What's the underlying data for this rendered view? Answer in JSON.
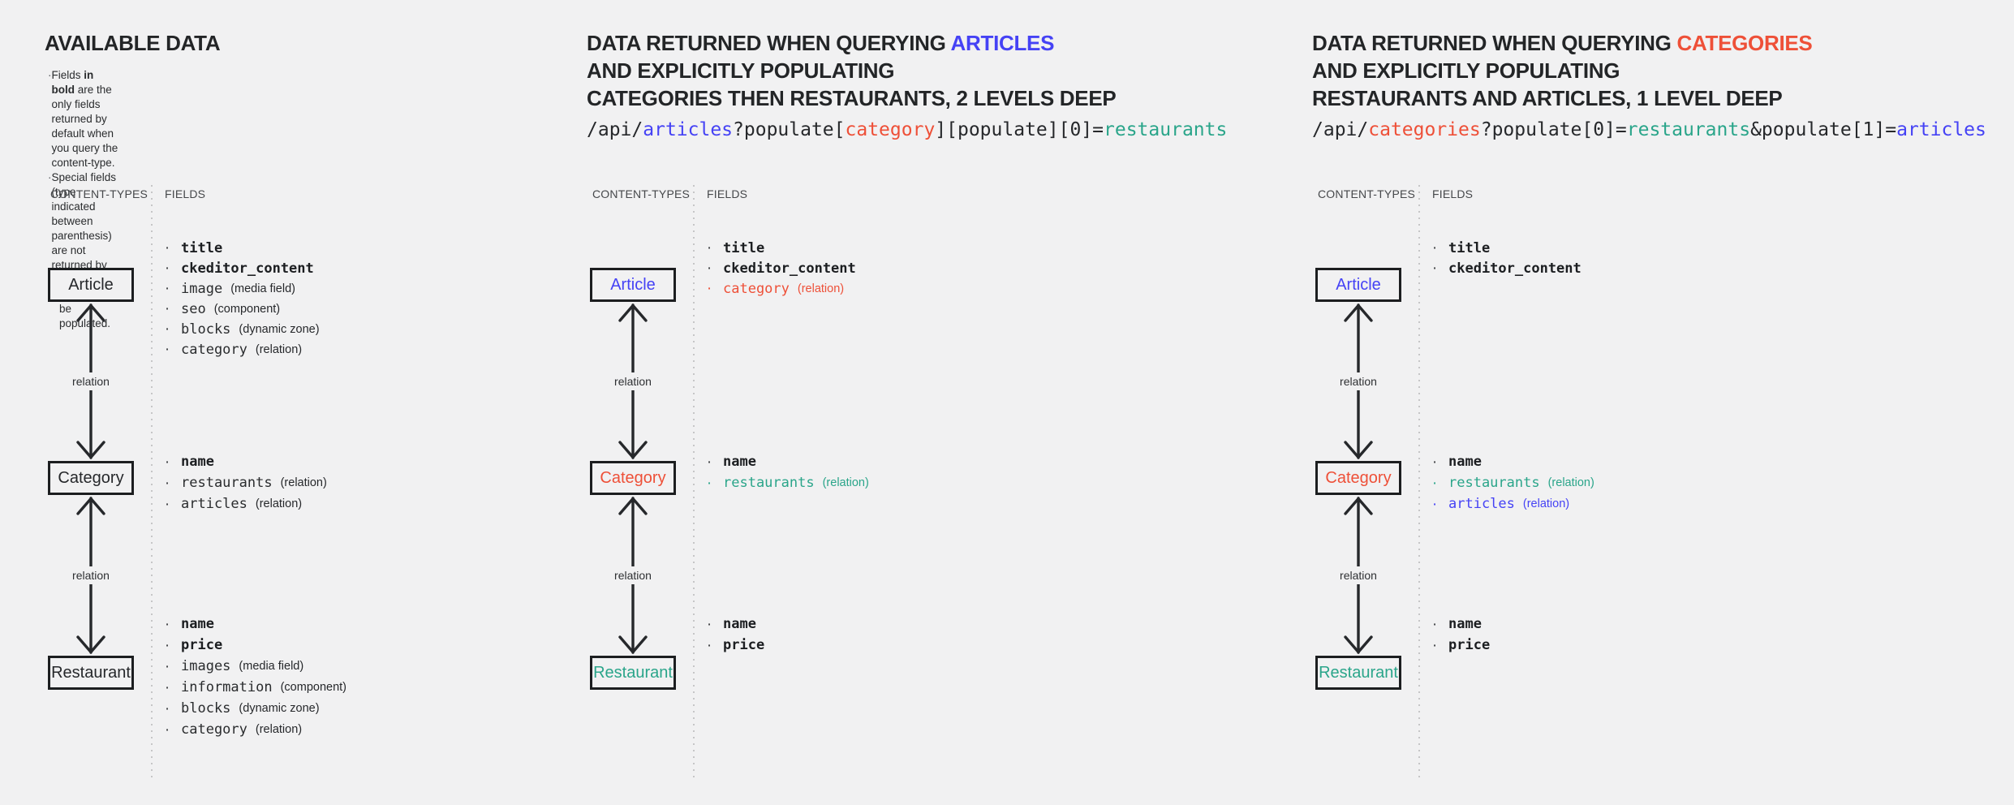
{
  "colors": {
    "blue": "#4542f5",
    "red": "#ee5038",
    "teal": "#2aa58a",
    "dark": "#26282b",
    "background": "#f1f1f2"
  },
  "shared": {
    "content_types_label": "CONTENT-TYPES",
    "fields_label": "FIELDS",
    "relation_label": "relation"
  },
  "panels": [
    {
      "name": "available-data",
      "title_lines": [
        [
          {
            "text": "AVAILABLE DATA"
          }
        ]
      ],
      "notes": [
        {
          "bullet": true,
          "segments": [
            {
              "text": "Fields "
            },
            {
              "text": "in bold",
              "bold": true
            },
            {
              "text": " are the only fields returned by default when you query the content-type."
            }
          ]
        },
        {
          "bullet": true,
          "segments": [
            {
              "text": "Special fields (type indicated between parenthesis) are not returned by default"
            }
          ]
        },
        {
          "bullet": false,
          "segments": [
            {
              "text": "and should be populated."
            }
          ]
        }
      ],
      "code_segments": [],
      "content_types": [
        {
          "label": "Article",
          "color": "dark",
          "fields": [
            {
              "name": "title",
              "bold": true
            },
            {
              "name": "ckeditor_content",
              "bold": true
            },
            {
              "name": "image",
              "type": "(media field)"
            },
            {
              "name": "seo",
              "type": "(component)"
            },
            {
              "name": "blocks",
              "type": "(dynamic zone)"
            },
            {
              "name": "category",
              "type": "(relation)"
            }
          ]
        },
        {
          "label": "Category",
          "color": "dark",
          "fields": [
            {
              "name": "name",
              "bold": true
            },
            {
              "name": "restaurants",
              "type": "(relation)"
            },
            {
              "name": "articles",
              "type": "(relation)"
            }
          ]
        },
        {
          "label": "Restaurant",
          "color": "dark",
          "fields": [
            {
              "name": "name",
              "bold": true
            },
            {
              "name": "price",
              "bold": true
            },
            {
              "name": "images",
              "type": "(media field)"
            },
            {
              "name": "information",
              "type": "(component)"
            },
            {
              "name": "blocks",
              "type": "(dynamic zone)"
            },
            {
              "name": "category",
              "type": "(relation)"
            }
          ]
        }
      ]
    },
    {
      "name": "query-articles",
      "title_lines": [
        [
          {
            "text": "DATA RETURNED WHEN QUERYING "
          },
          {
            "text": "ARTICLES",
            "color": "blue"
          }
        ],
        [
          {
            "text": "AND EXPLICITLY POPULATING"
          }
        ],
        [
          {
            "text": "CATEGORIES THEN RESTAURANTS, 2 LEVELS DEEP"
          }
        ]
      ],
      "notes": [],
      "code_segments": [
        {
          "text": "/api/"
        },
        {
          "text": "articles",
          "color": "blue"
        },
        {
          "text": "?populate["
        },
        {
          "text": "category",
          "color": "red"
        },
        {
          "text": "][populate][0]="
        },
        {
          "text": "restaurants",
          "color": "teal"
        }
      ],
      "content_types": [
        {
          "label": "Article",
          "color": "blue",
          "fields": [
            {
              "name": "title",
              "bold": true
            },
            {
              "name": "ckeditor_content",
              "bold": true
            },
            {
              "name": "category",
              "type": "(relation)",
              "color": "red"
            }
          ]
        },
        {
          "label": "Category",
          "color": "red",
          "fields": [
            {
              "name": "name",
              "bold": true
            },
            {
              "name": "restaurants",
              "type": "(relation)",
              "color": "teal"
            }
          ]
        },
        {
          "label": "Restaurant",
          "color": "teal",
          "fields": [
            {
              "name": "name",
              "bold": true
            },
            {
              "name": "price",
              "bold": true
            }
          ]
        }
      ]
    },
    {
      "name": "query-categories",
      "title_lines": [
        [
          {
            "text": "DATA RETURNED WHEN QUERYING "
          },
          {
            "text": "CATEGORIES",
            "color": "red"
          }
        ],
        [
          {
            "text": "AND EXPLICITLY POPULATING"
          }
        ],
        [
          {
            "text": "RESTAURANTS AND ARTICLES, 1 LEVEL DEEP"
          }
        ]
      ],
      "notes": [],
      "code_segments": [
        {
          "text": "/api/"
        },
        {
          "text": "categories",
          "color": "red"
        },
        {
          "text": "?populate[0]="
        },
        {
          "text": "restaurants",
          "color": "teal"
        },
        {
          "text": "&populate[1]="
        },
        {
          "text": "articles",
          "color": "blue"
        }
      ],
      "content_types": [
        {
          "label": "Article",
          "color": "blue",
          "fields": [
            {
              "name": "title",
              "bold": true
            },
            {
              "name": "ckeditor_content",
              "bold": true
            }
          ]
        },
        {
          "label": "Category",
          "color": "red",
          "fields": [
            {
              "name": "name",
              "bold": true
            },
            {
              "name": "restaurants",
              "type": "(relation)",
              "color": "teal"
            },
            {
              "name": "articles",
              "type": "(relation)",
              "color": "blue"
            }
          ]
        },
        {
          "label": "Restaurant",
          "color": "teal",
          "fields": [
            {
              "name": "name",
              "bold": true
            },
            {
              "name": "price",
              "bold": true
            }
          ]
        }
      ]
    }
  ]
}
